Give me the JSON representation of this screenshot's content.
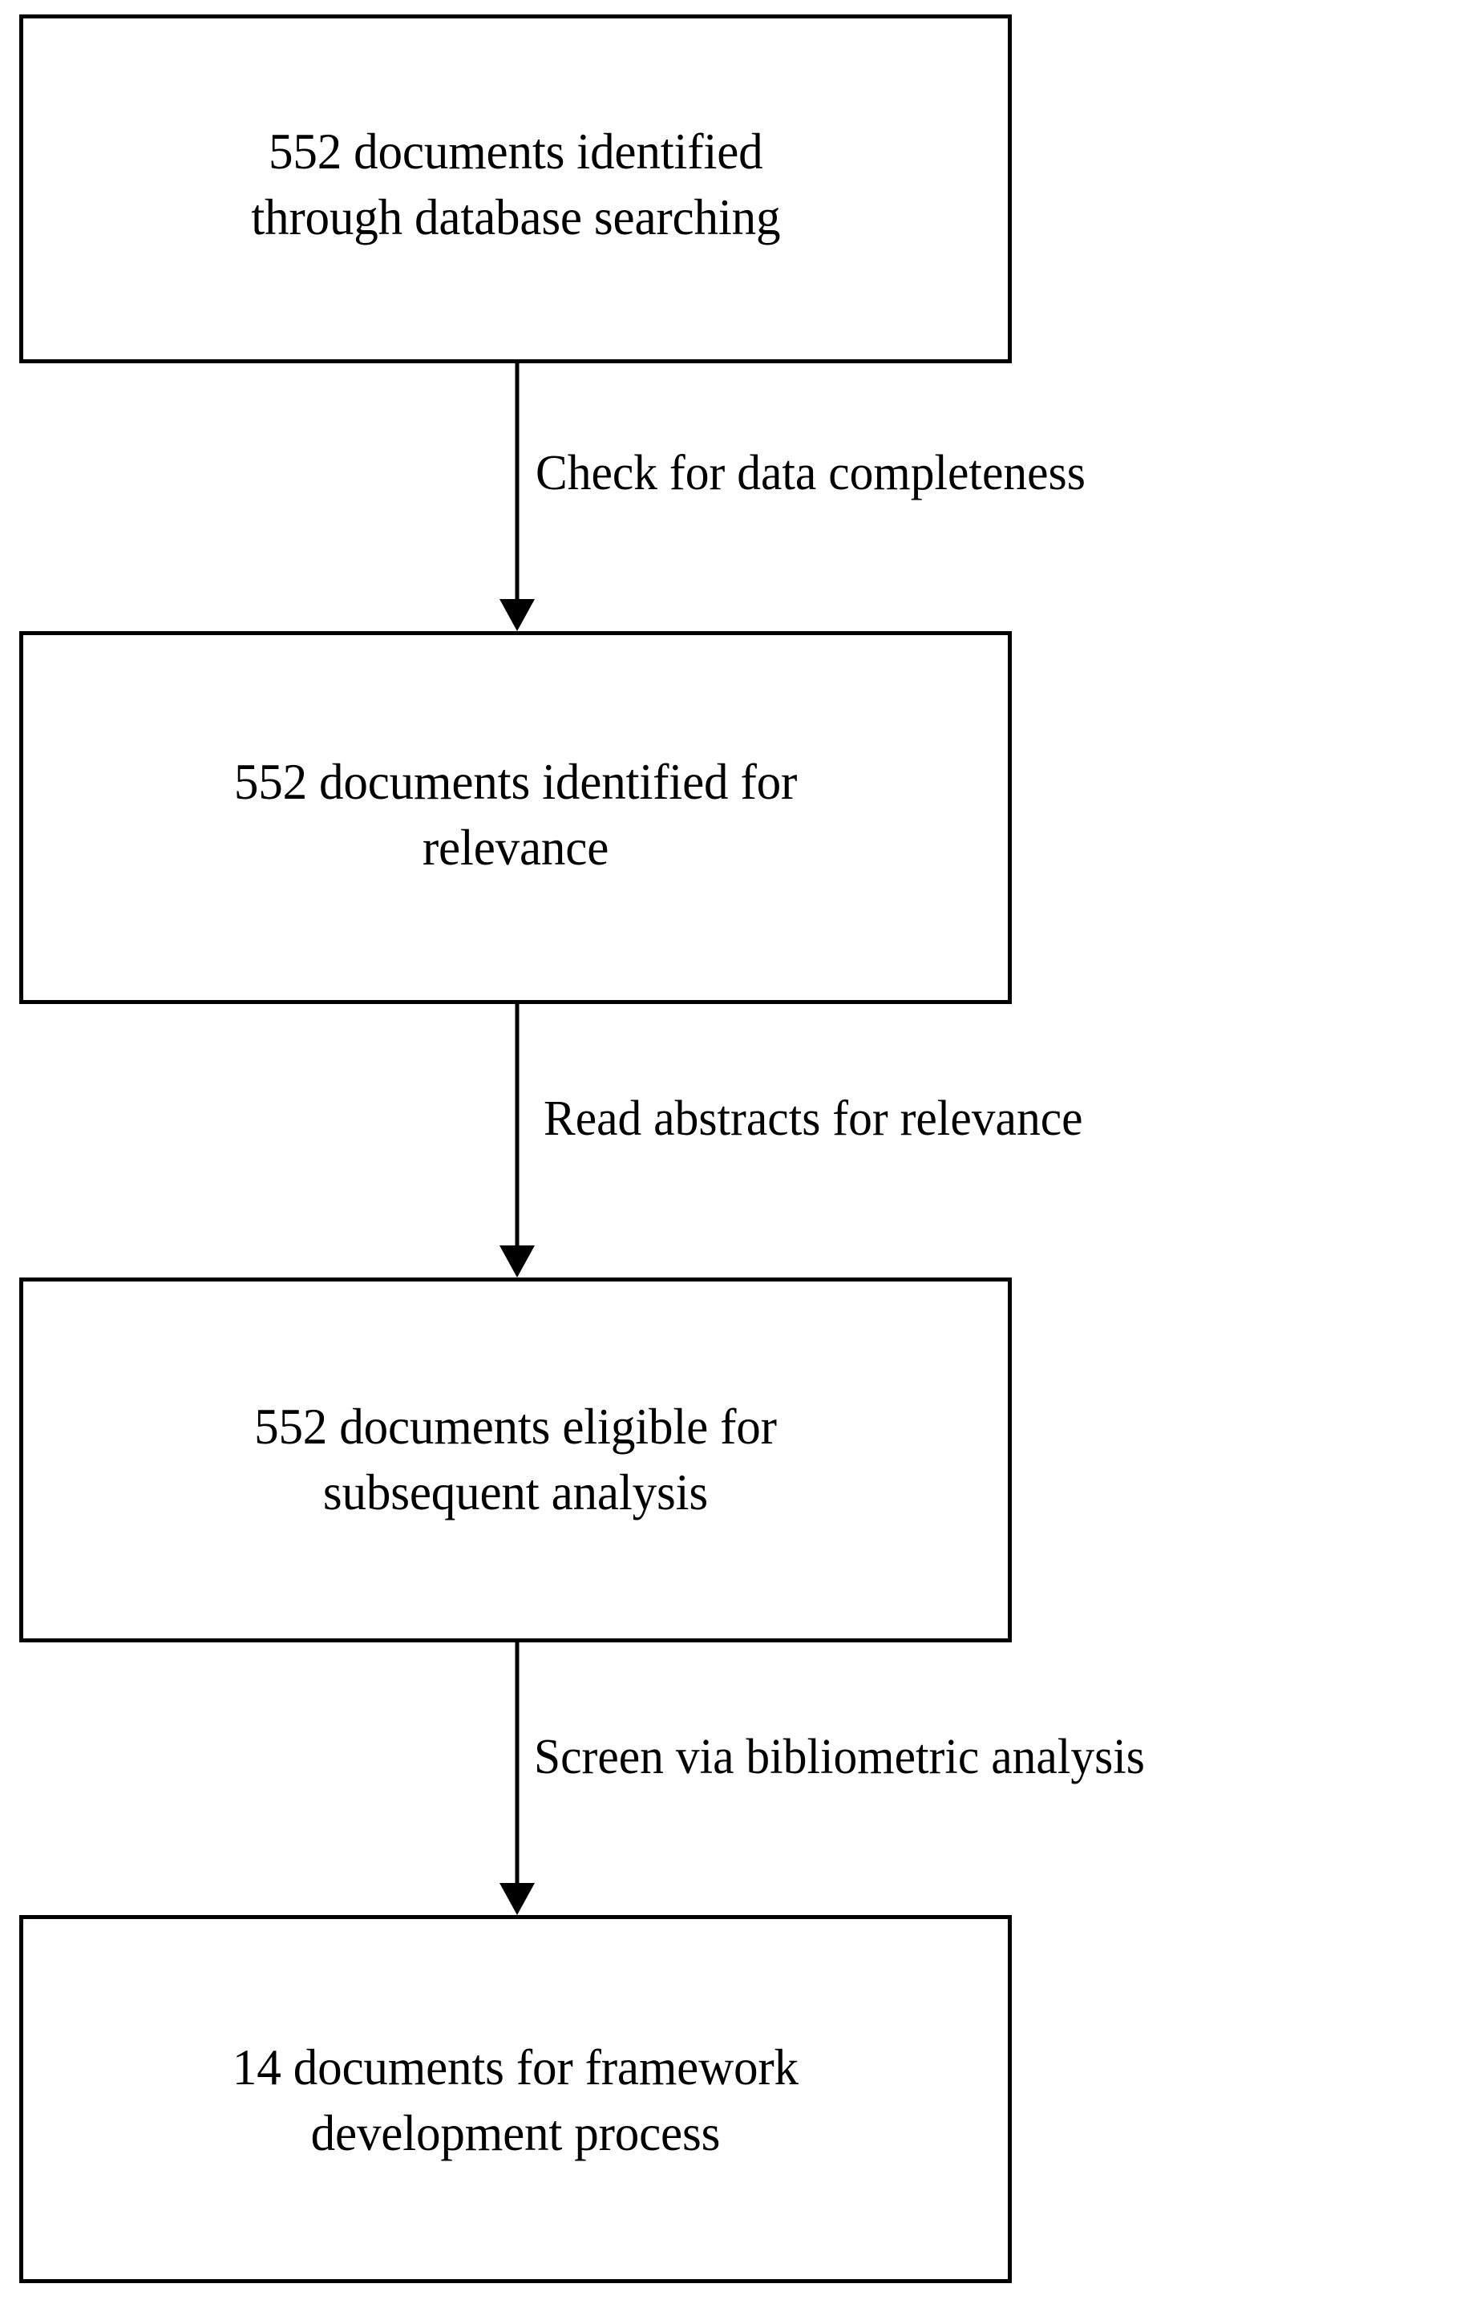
{
  "figure": {
    "type": "flowchart",
    "orientation": "vertical",
    "background_color": "#ffffff",
    "line_color": "#000000",
    "text_color": "#000000"
  },
  "nodes": [
    {
      "id": "identified-database",
      "count": 552,
      "text": "552 documents identified\nthrough database searching"
    },
    {
      "id": "identified-relevance",
      "count": 552,
      "text": "552 documents identified for\nrelevance"
    },
    {
      "id": "eligible-subsequent-analysis",
      "count": 552,
      "text": "552 documents eligible for\nsubsequent analysis"
    },
    {
      "id": "framework-development",
      "count": 14,
      "text": "14 documents for framework\ndevelopment process"
    }
  ],
  "connectors": [
    {
      "id": "connector-1",
      "from": "identified-database",
      "to": "identified-relevance",
      "label": "Check for data completeness"
    },
    {
      "id": "connector-2",
      "from": "identified-relevance",
      "to": "eligible-subsequent-analysis",
      "label": "Read abstracts for relevance"
    },
    {
      "id": "connector-3",
      "from": "eligible-subsequent-analysis",
      "to": "framework-development",
      "label": "Screen via bibliometric analysis"
    }
  ]
}
